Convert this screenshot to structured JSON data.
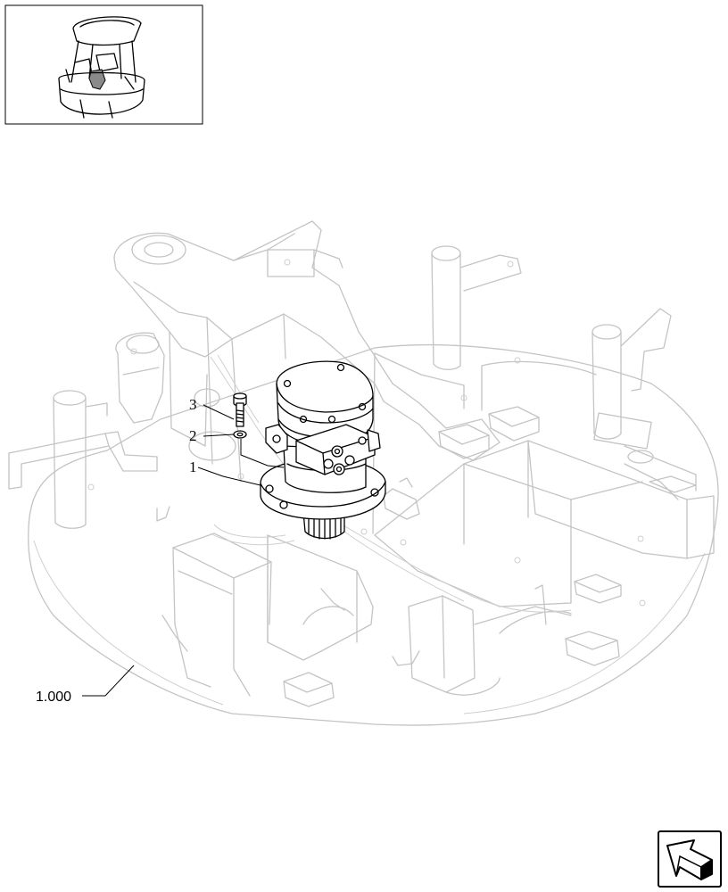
{
  "callouts": {
    "item_3": "3",
    "item_2": "2",
    "item_1": "1",
    "frame_ref": "1.000"
  },
  "icons": {
    "thumbnail": "machine-overview-thumbnail",
    "navigation": "return-arrow-icon"
  },
  "colors": {
    "ink": "#000000",
    "ghost_line": "#c4c4c4",
    "background": "#ffffff"
  }
}
